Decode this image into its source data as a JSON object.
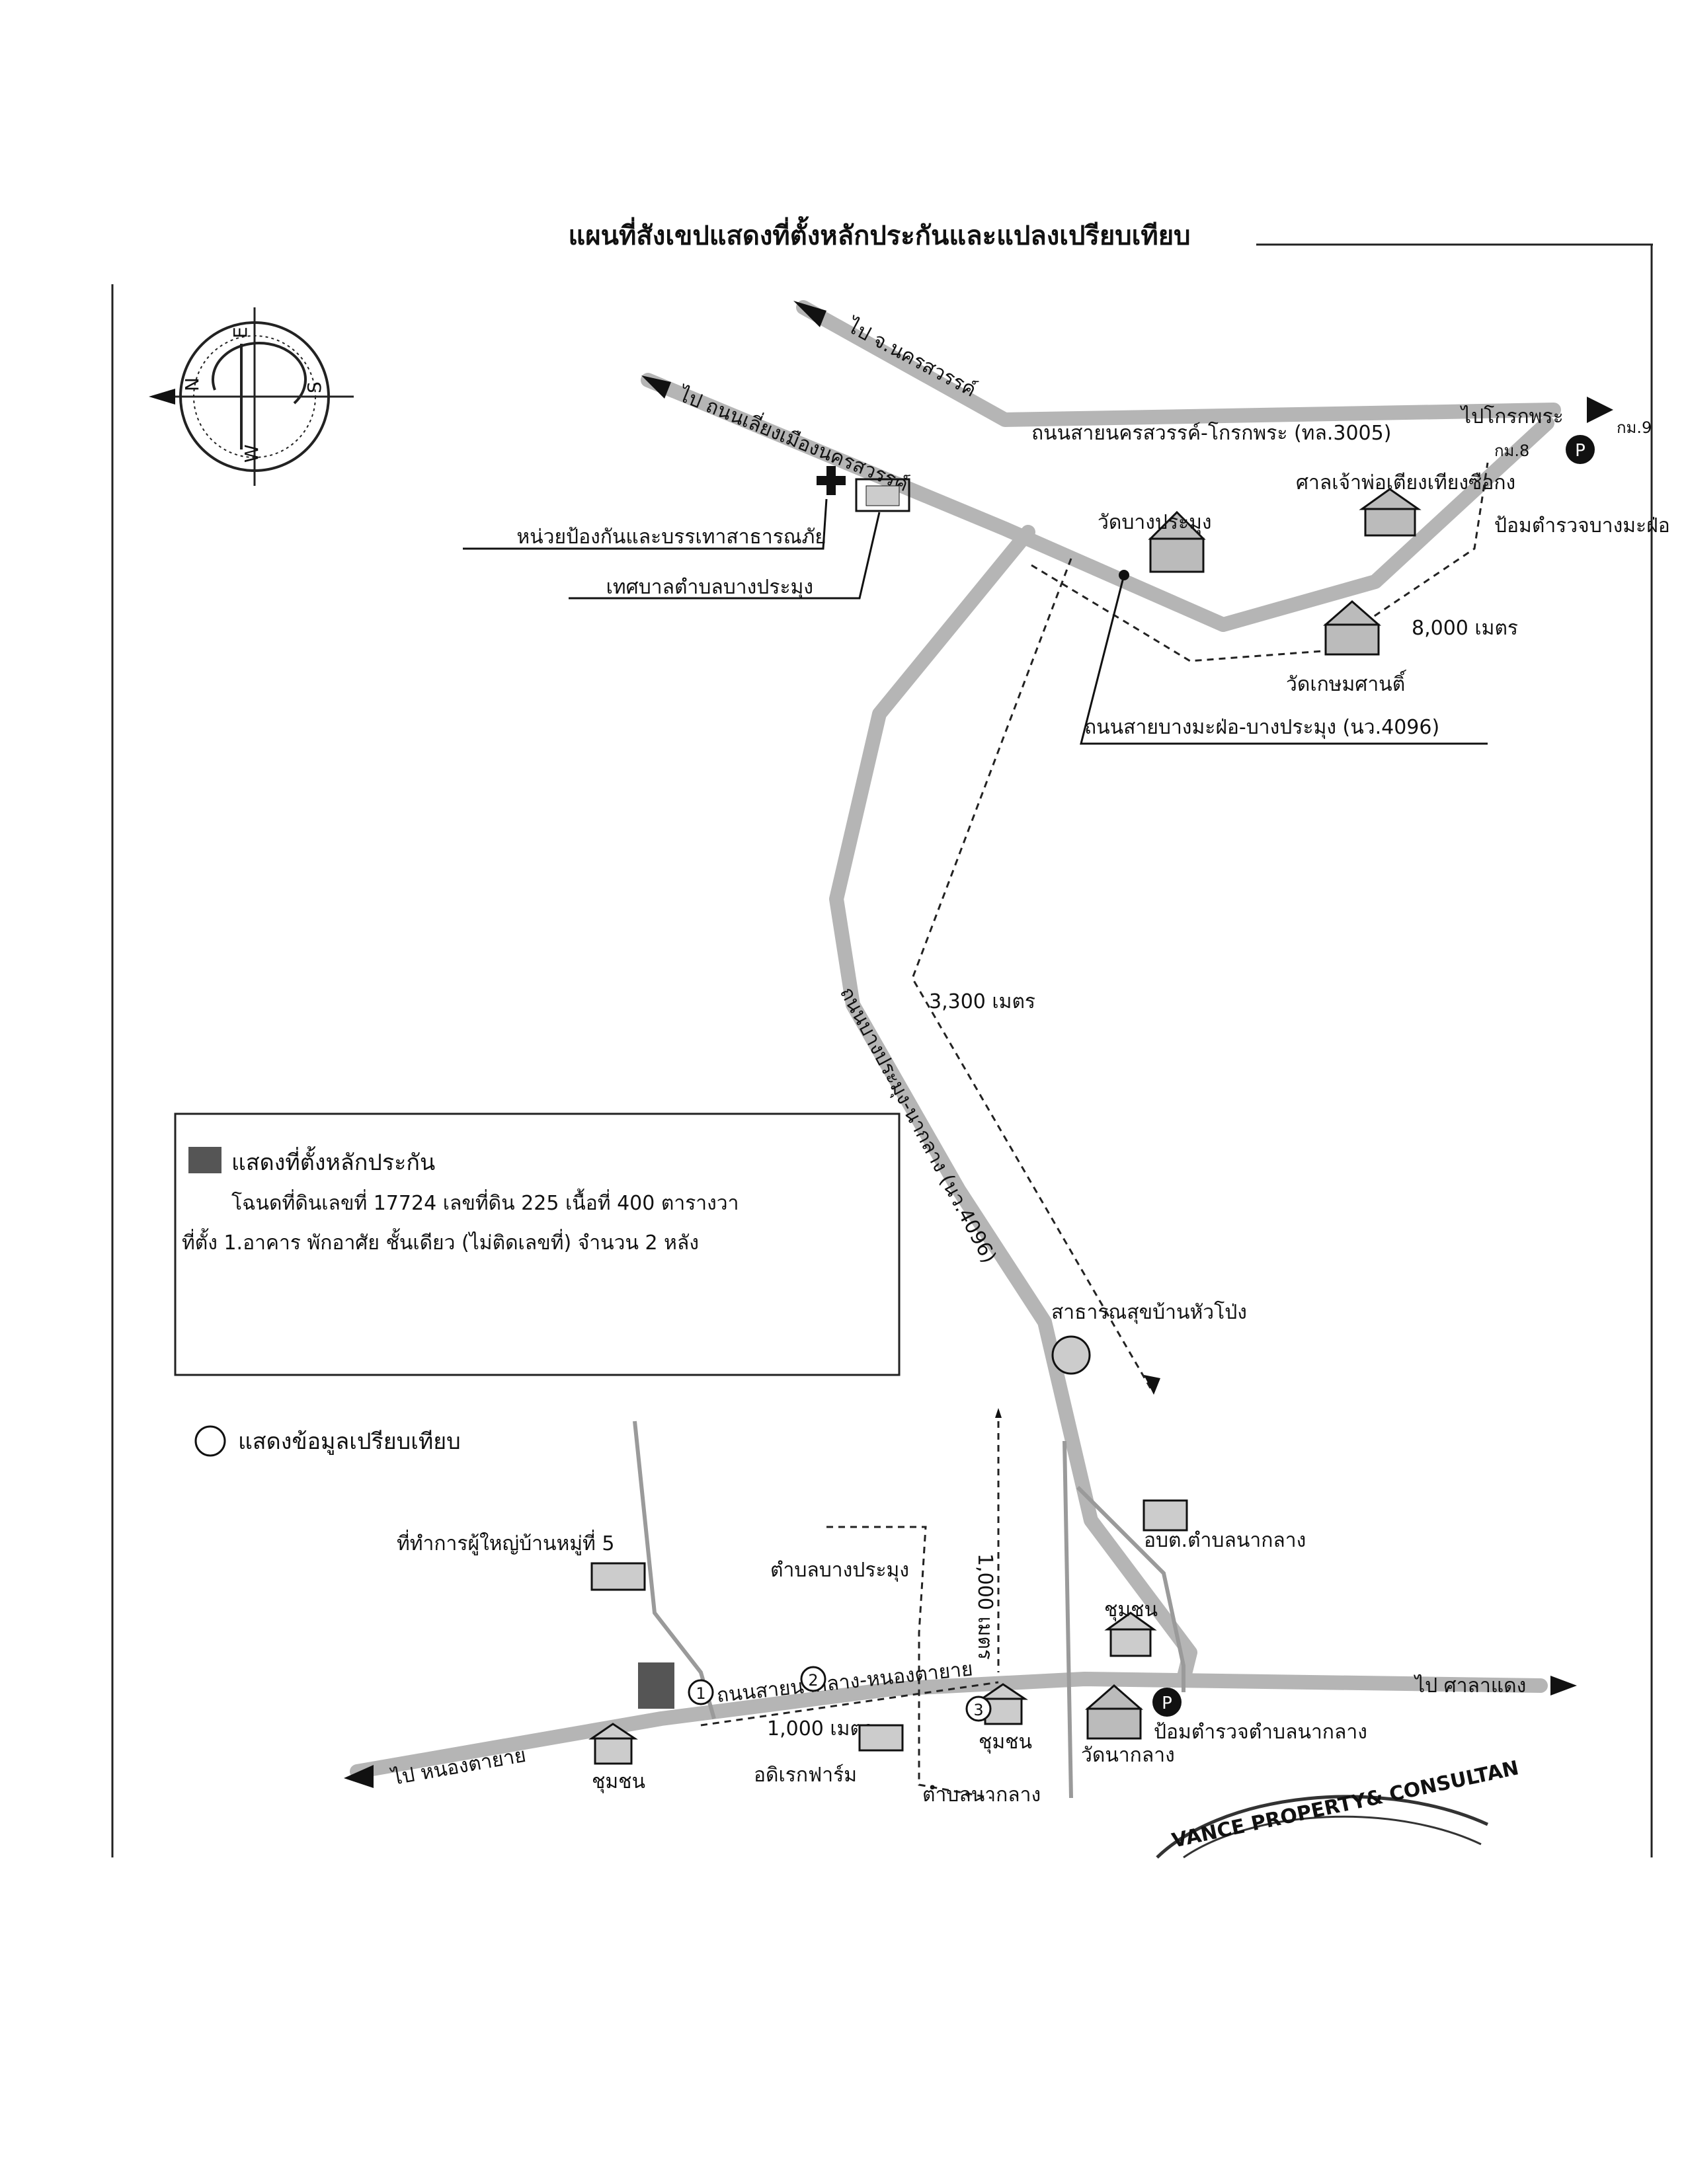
{
  "title": "แผนที่สังเขปแสดงที่ตั้งหลักประกันและแปลงเปรียบเทียบ",
  "compass": {
    "n": "N",
    "e": "E",
    "s": "S",
    "w": "W"
  },
  "roads": {
    "to_nakhon_sawan": "ไป จ.นครสวรรค์",
    "to_bypass": "ไป ถนนเลี่ยงเมืองนครสวรรค์",
    "nakhon_sawan_khok_phra": "ถนนสายนครสวรรค์-โกรกพระ (ทล.3005)",
    "to_khok_phra": "ไปโกรกพระ",
    "bang_ma_fo_bang_pramung": "ถนนสายบางมะฝ่อ-บางประมุง (นว.4096)",
    "vertical_road": "ถนนบางประมุง-นากลาง (นว.4096)",
    "na_klang_nong_ta_yai": "ถนนสายนากลาง-หนองตายาย",
    "to_nong_ta_yai": "ไป หนองตายาย",
    "to_sala_daeng": "ไป ศาลาแดง"
  },
  "places": {
    "disaster_unit": "หน่วยป้องกันและบรรเทาสาธารณภัย",
    "municipality": "เทศบาลตำบลบางประมุง",
    "wat_bang_pramung": "วัดบางประมุง",
    "shrine": "ศาลเจ้าพ่อเตียงเทียงซือกง",
    "police_bang_ma_fo": "ป้อมตำรวจบางมะฝ่อ",
    "km8": "กม.8",
    "km9": "กม.9",
    "wat_kasem": "วัดเกษมศานติ์",
    "health_center": "สาธารณสุขบ้านหัวโป่ง",
    "sao_na_klang": "อบต.ตำบลนากลาง",
    "community": "ชุมชน",
    "village_head_office": "ที่ทำการผู้ใหญ่บ้านหมู่ที่ 5",
    "tambon_bang_pramung": "ตำบลบางประมุง",
    "tambon_na_klang": "ตำบลนากลาง",
    "adirek_farm": "อดิเรกฟาร์ม",
    "wat_na_klang": "วัดนากลาง",
    "police_na_klang": "ป้อมตำรวจตำบลนากลาง",
    "stamp_text": "VANCE PROPERTY& CONSULTAN"
  },
  "distances": {
    "d8000": "8,000 เมตร",
    "d3300": "3,300 เมตร",
    "d1000v": "1,000 เมตร",
    "d1000h": "1,000 เมตร"
  },
  "markers": {
    "m1": "1",
    "m2": "2",
    "m3": "3"
  },
  "legend": {
    "collateral_label": "แสดงที่ตั้งหลักประกัน",
    "deed_line": "โฉนดที่ดินเลขที่ 17724 เลขที่ดิน 225 เนื้อที่ 400 ตารางวา",
    "location_line": "ที่ตั้ง 1.อาคาร พักอาศัย ชั้นเดียว (ไม่ติดเลขที่) จำนวน 2 หลัง",
    "comparison_label": "แสดงข้อมูลเปรียบเทียบ"
  },
  "colors": {
    "road": "#b5b5b5",
    "collateral": "#555555",
    "stamp": "#333333"
  }
}
